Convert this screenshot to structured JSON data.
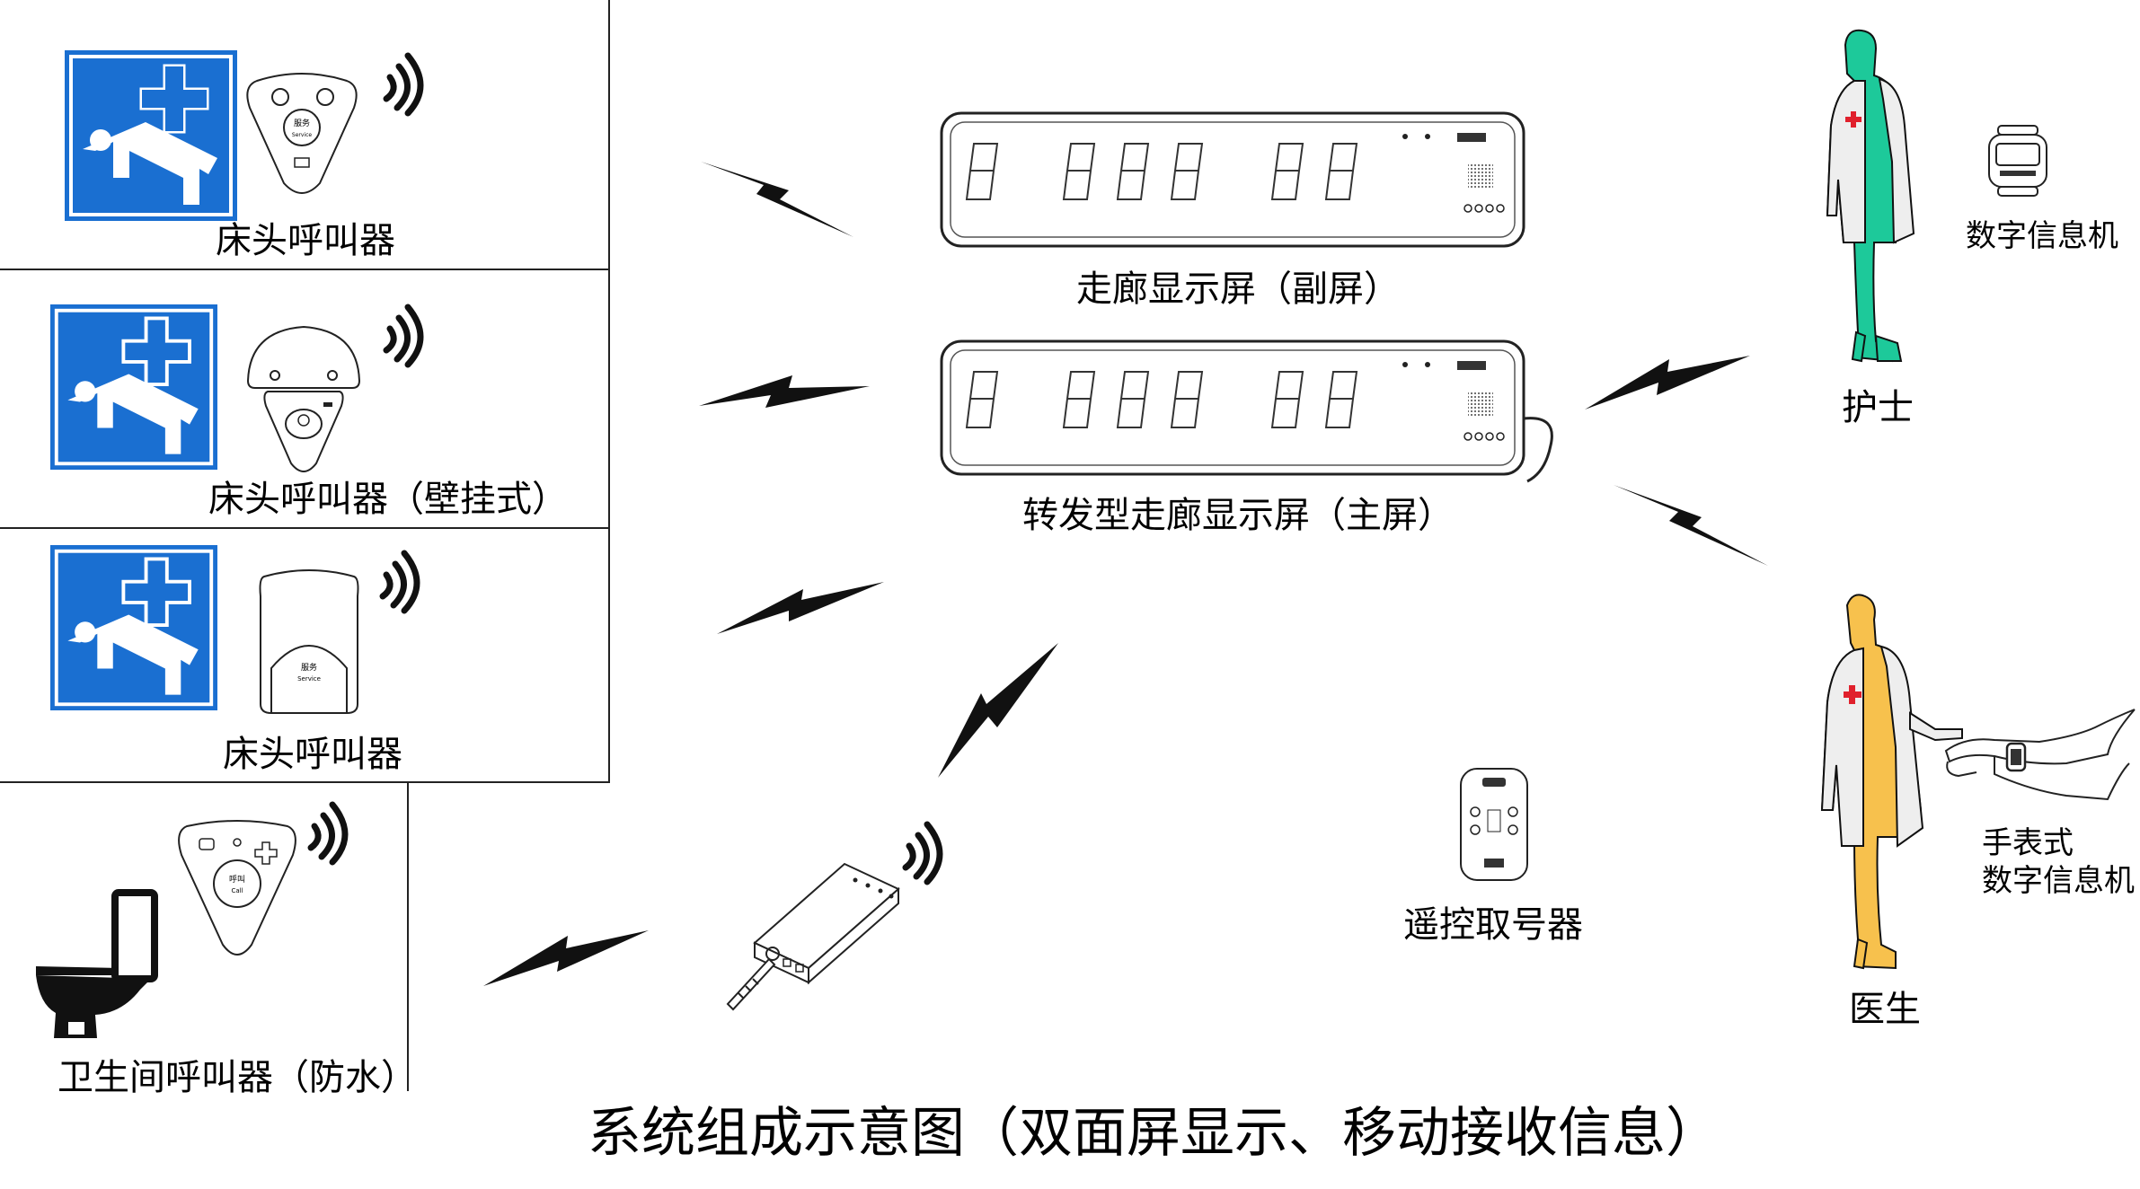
{
  "labels": {
    "bed_caller_1": "床头呼叫器",
    "bed_caller_wall": "床头呼叫器（壁挂式）",
    "bed_caller_2": "床头呼叫器",
    "toilet_caller": "卫生间呼叫器（防水）",
    "corridor_sub": "走廊显示屏（副屏）",
    "corridor_main": "转发型走廊显示屏（主屏）",
    "remote": "遥控取号器",
    "nurse": "护士",
    "doctor": "医生",
    "pager": "数字信息机",
    "watch_line1": "手表式",
    "watch_line2": "数字信息机"
  },
  "title": "系统组成示意图（双面屏显示、移动接收信息）",
  "device_text": {
    "service": "服务",
    "service_en": "Service",
    "call": "呼叫",
    "call_en": "Call"
  },
  "colors": {
    "sign_blue": "#1a6fd1",
    "nurse_green": "#1dc99a",
    "doctor_yellow": "#f7c14d",
    "red_cross": "#e0202c"
  }
}
